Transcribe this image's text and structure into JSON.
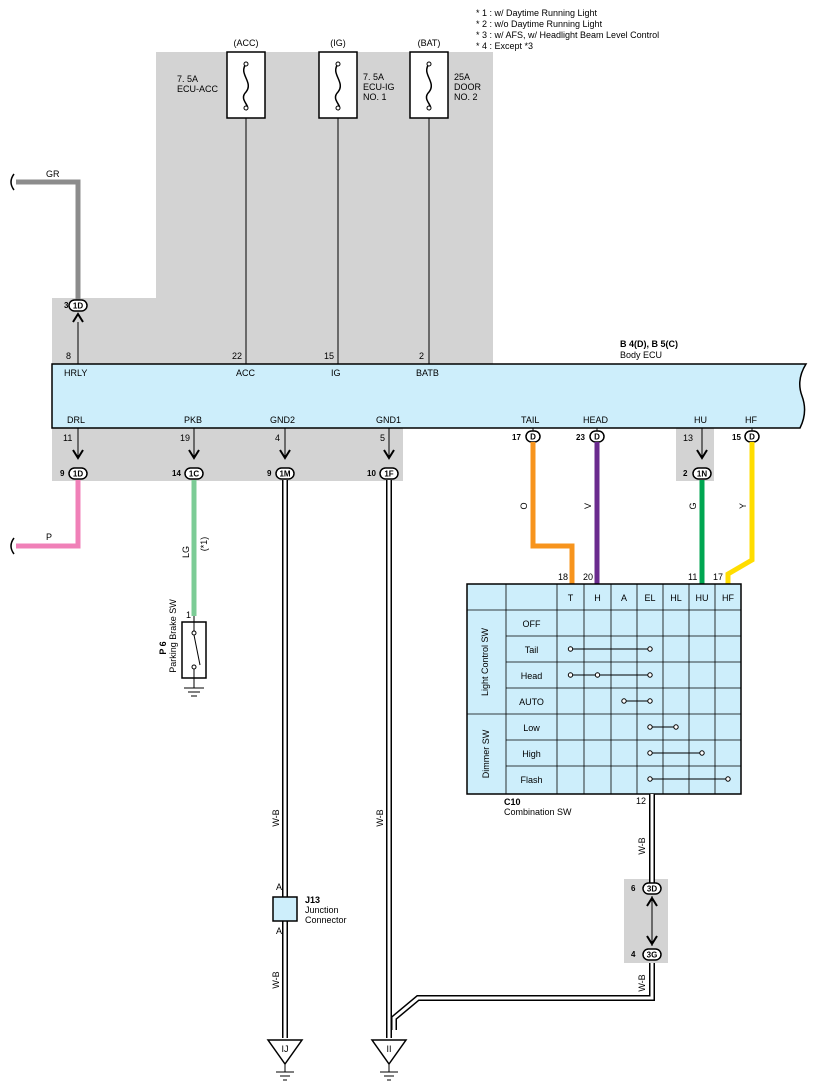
{
  "notes": [
    "* 1 : w/ Daytime Running Light",
    "* 2 : w/o Daytime Running Light",
    "* 3 : w/ AFS,  w/ Headlight Beam Level Control",
    "* 4 : Except *3"
  ],
  "fuses": [
    {
      "source": "(ACC)",
      "rating": "7. 5A",
      "name1": "ECU-ACC",
      "name2": ""
    },
    {
      "source": "(IG)",
      "rating": "7. 5A",
      "name1": "ECU-IG",
      "name2": "NO. 1"
    },
    {
      "source": "(BAT)",
      "rating": "25A",
      "name1": "DOOR",
      "name2": "NO. 2"
    }
  ],
  "ecu": {
    "code": "B 4(D), B 5(C)",
    "name": "Body ECU",
    "top_pins": [
      {
        "num": "8",
        "label": "HRLY"
      },
      {
        "num": "22",
        "label": "ACC"
      },
      {
        "num": "15",
        "label": "IG"
      },
      {
        "num": "2",
        "label": "BATB"
      }
    ],
    "bottom_pins": [
      {
        "num": "11",
        "label": "DRL"
      },
      {
        "num": "19",
        "label": "PKB"
      },
      {
        "num": "4",
        "label": "GND2"
      },
      {
        "num": "5",
        "label": "GND1"
      },
      {
        "num": "17",
        "label": "TAIL"
      },
      {
        "num": "23",
        "label": "HEAD"
      },
      {
        "num": "13",
        "label": "HU"
      },
      {
        "num": "15",
        "label": "HF"
      }
    ]
  },
  "connectors": {
    "c1D_top": {
      "pin": "3",
      "id": "1D"
    },
    "c1D_bot": {
      "pin": "9",
      "id": "1D"
    },
    "c1C": {
      "pin": "14",
      "id": "1C"
    },
    "c1M": {
      "pin": "9",
      "id": "1M"
    },
    "c1F": {
      "pin": "10",
      "id": "1F"
    },
    "cD_tail": {
      "pin": "17",
      "id": "D"
    },
    "cD_head": {
      "pin": "23",
      "id": "D"
    },
    "c1N": {
      "pin": "2",
      "id": "1N"
    },
    "cD_hf": {
      "pin": "15",
      "id": "D"
    },
    "c3D": {
      "pin": "6",
      "id": "3D"
    },
    "c3G": {
      "pin": "4",
      "id": "3G"
    }
  },
  "wires": {
    "gr": "GR",
    "p": "P",
    "lg": "LG",
    "lg_note": "(*1)",
    "o": "O",
    "v": "V",
    "g": "G",
    "y": "Y",
    "wb1": "W-B",
    "wb2": "W-B",
    "wb3": "W-B",
    "wb4": "W-B",
    "wb5": "W-B"
  },
  "parking": {
    "code": "P 6",
    "name": "Parking Brake SW",
    "pin": "1"
  },
  "junction": {
    "code": "J13",
    "name1": "Junction",
    "name2": "Connector",
    "pin_top": "A",
    "pin_bot": "A"
  },
  "grounds": {
    "ij": "IJ",
    "ii": "II"
  },
  "combo": {
    "code": "C10",
    "name": "Combination SW",
    "pin_nums": [
      "18",
      "20",
      "11",
      "17"
    ],
    "ground_pin": "12",
    "columns": [
      "T",
      "H",
      "A",
      "EL",
      "HL",
      "HU",
      "HF"
    ],
    "group1": "Light Control SW",
    "group2": "Dimmer SW",
    "rows": [
      "OFF",
      "Tail",
      "Head",
      "AUTO",
      "Low",
      "High",
      "Flash"
    ]
  },
  "colors": {
    "panel": "#d3d3d3",
    "ecu_fill": "#cdeefb",
    "gr": "#8c8c8c",
    "p": "#f080b8",
    "lg": "#7ccc96",
    "o": "#f7941d",
    "v": "#6a2b8e",
    "g": "#00a651",
    "y": "#ffdd00"
  }
}
